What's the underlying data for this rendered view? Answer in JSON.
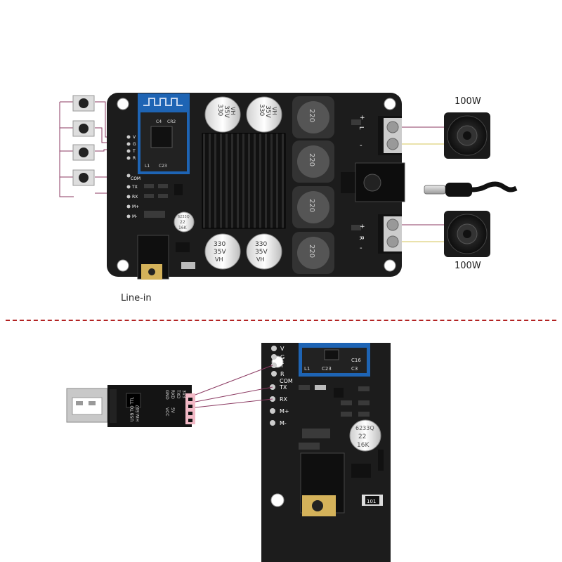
{
  "labels": {
    "speaker_top_watt": "100W",
    "speaker_bottom_watt": "100W",
    "line_in": "Line-in"
  },
  "board_top": {
    "cap_values": [
      "330",
      "35V",
      "VH"
    ],
    "inductor_value": "220",
    "small_cap": [
      "6233Q",
      "22",
      "16K"
    ],
    "pin_labels": [
      "V",
      "G",
      "T",
      "R",
      "COM"
    ],
    "left_pins": [
      "TX",
      "RX",
      "M+",
      "M-"
    ],
    "term_left": [
      "+",
      "L",
      "-"
    ],
    "term_right": [
      "+",
      "R",
      "-"
    ],
    "bt_module": [
      "C4",
      "CR2",
      "L1",
      "C23"
    ]
  },
  "board_zoom": {
    "pin_labels": [
      "V",
      "G",
      "T",
      "R",
      "COM",
      "TX",
      "RX",
      "M+",
      "M-"
    ],
    "small_cap": [
      "6233Q",
      "22",
      "16K"
    ],
    "resistor": "101",
    "bt_module": [
      "L1",
      "C23",
      "C16",
      "C3"
    ]
  },
  "usb_adapter": {
    "pins": [
      "GND",
      "RXD",
      "TXD",
      "3V3",
      "VCC",
      "5V"
    ],
    "text": [
      "USB TO TTL",
      "HW-597"
    ]
  },
  "colors": {
    "pcb": "#1c1c1c",
    "heatsink": "#151515",
    "wire": "#8b3a62",
    "divider": "#b22222"
  }
}
